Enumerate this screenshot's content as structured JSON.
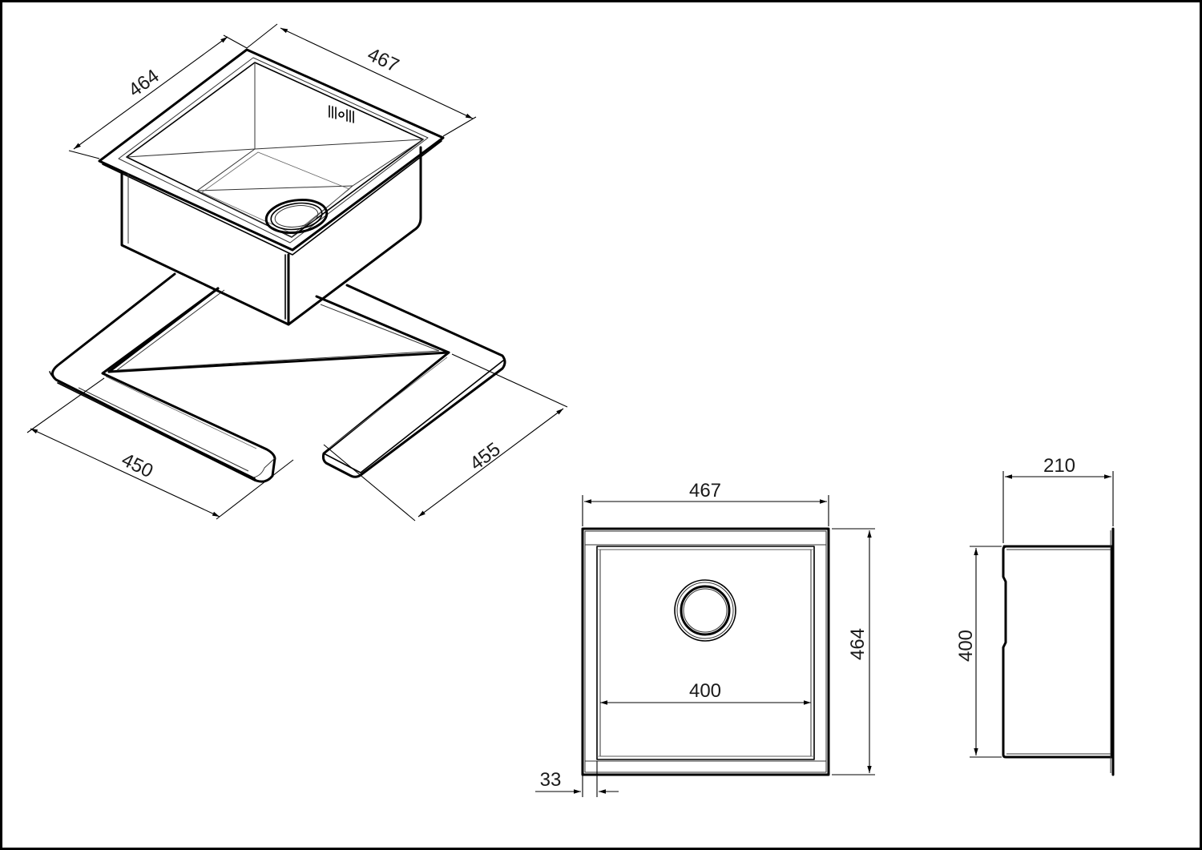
{
  "figure": {
    "isometric": {
      "sink_depth_dimension": "464",
      "sink_width_dimension": "467",
      "cutout_width_dimension": "450",
      "cutout_depth_dimension": "455"
    },
    "top_view": {
      "overall_width_dimension": "467",
      "overall_depth_dimension": "464",
      "bowl_width_dimension": "400",
      "rim_offset_dimension": "33"
    },
    "side_view": {
      "bowl_height_dimension": "400",
      "total_depth_dimension": "210"
    }
  }
}
